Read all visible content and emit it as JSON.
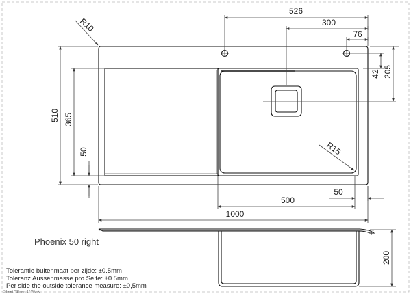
{
  "drawing": {
    "title": "Phoenix 50 right",
    "dimensions": {
      "d526": "526",
      "d300": "300",
      "d76": "76",
      "d42": "42",
      "d205": "205",
      "d510": "510",
      "d365": "365",
      "d50_left": "50",
      "d50_right": "50",
      "d500": "500",
      "d1000": "1000",
      "d200": "200"
    },
    "radii": {
      "r10": "R10",
      "r15": "R15"
    },
    "tolerances": [
      "Tolerantie buitenmaat per zijde: ±0.5mm",
      "Toleranz Aussenmasse pro Seite: ±0.5mm",
      "Per side the outside tolerance measure: ±0,5mm"
    ],
    "footer_note": "Sheet \"Sheet 1\" Work"
  }
}
